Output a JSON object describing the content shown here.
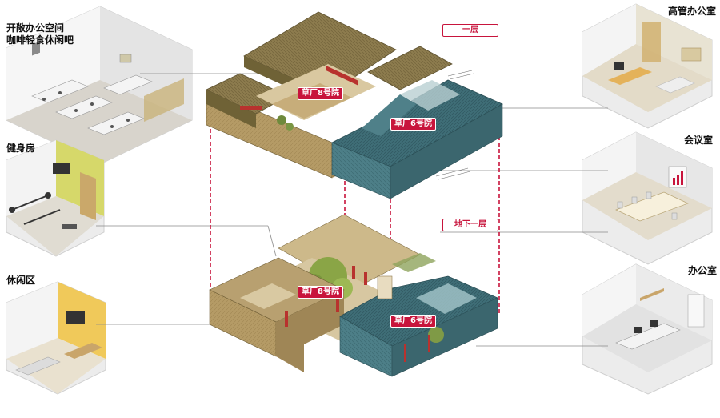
{
  "labels": {
    "open_office_line1": "开敞办公空间",
    "open_office_line2": "咖啡轻食休闲吧",
    "gym": "健身房",
    "lounge": "休闲区",
    "exec_office": "高管办公室",
    "meeting_room": "会议室",
    "office": "办公室"
  },
  "floor_tags": {
    "ground": "一层",
    "basement": "地下一层"
  },
  "courtyards": {
    "no8": "草厂8号院",
    "no6": "草厂6号院"
  },
  "colors": {
    "accent": "#c8143c",
    "wood_roof": "#8a7a4a",
    "teal_roof": "#3f6f78",
    "leader": "#777777"
  }
}
